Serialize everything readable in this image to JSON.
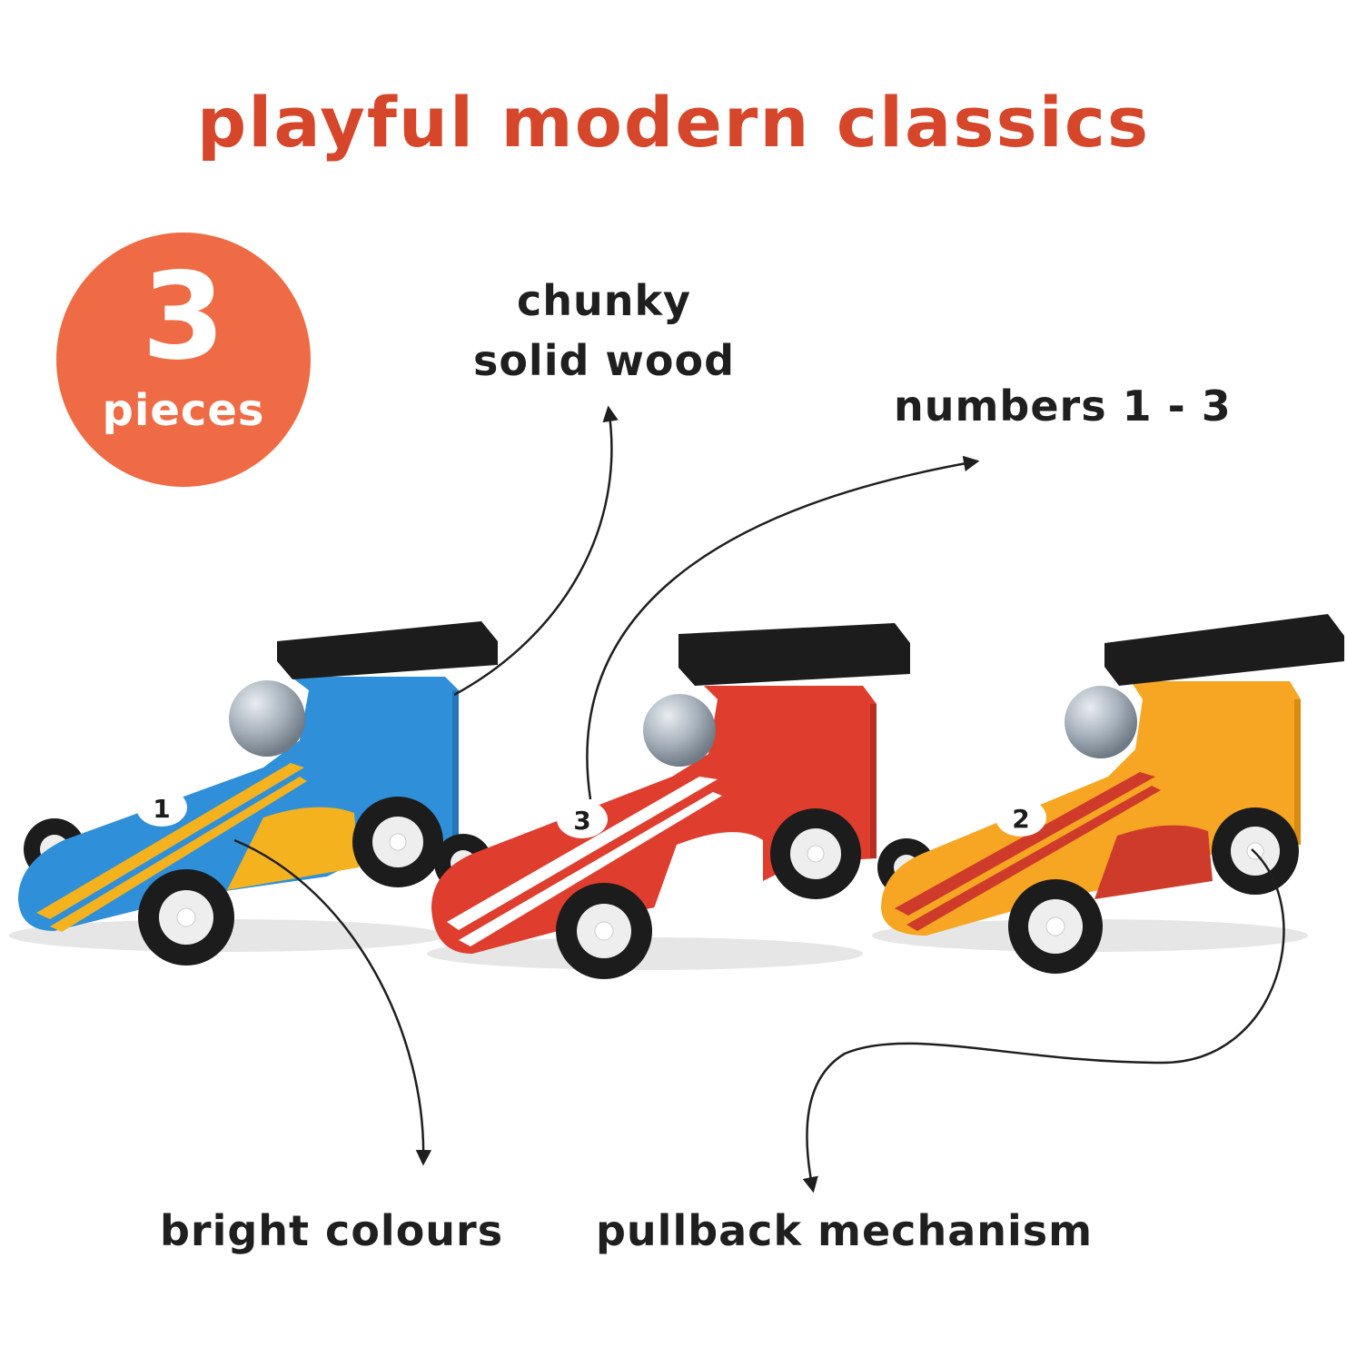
{
  "title": "playful modern classics",
  "badge": {
    "number": "3",
    "label": "pieces",
    "color": "#ee6b45"
  },
  "callouts": {
    "wood_line1": "chunky",
    "wood_line2": "solid wood",
    "numbers": "numbers 1 - 3",
    "colours": "bright colours",
    "pullback": "pullback mechanism"
  },
  "cars": [
    {
      "number": "1",
      "body_color": "#2f8fd8",
      "stripe_color": "#f3b21e"
    },
    {
      "number": "3",
      "body_color": "#df3d2e",
      "stripe_color": "#ffffff"
    },
    {
      "number": "2",
      "body_color": "#f6a623",
      "stripe_color": "#cf3b2a"
    }
  ],
  "colors": {
    "title": "#d6462a",
    "text": "#1f1f1f",
    "spoiler": "#1c1c1c",
    "helmet": "#a9b3bd"
  }
}
